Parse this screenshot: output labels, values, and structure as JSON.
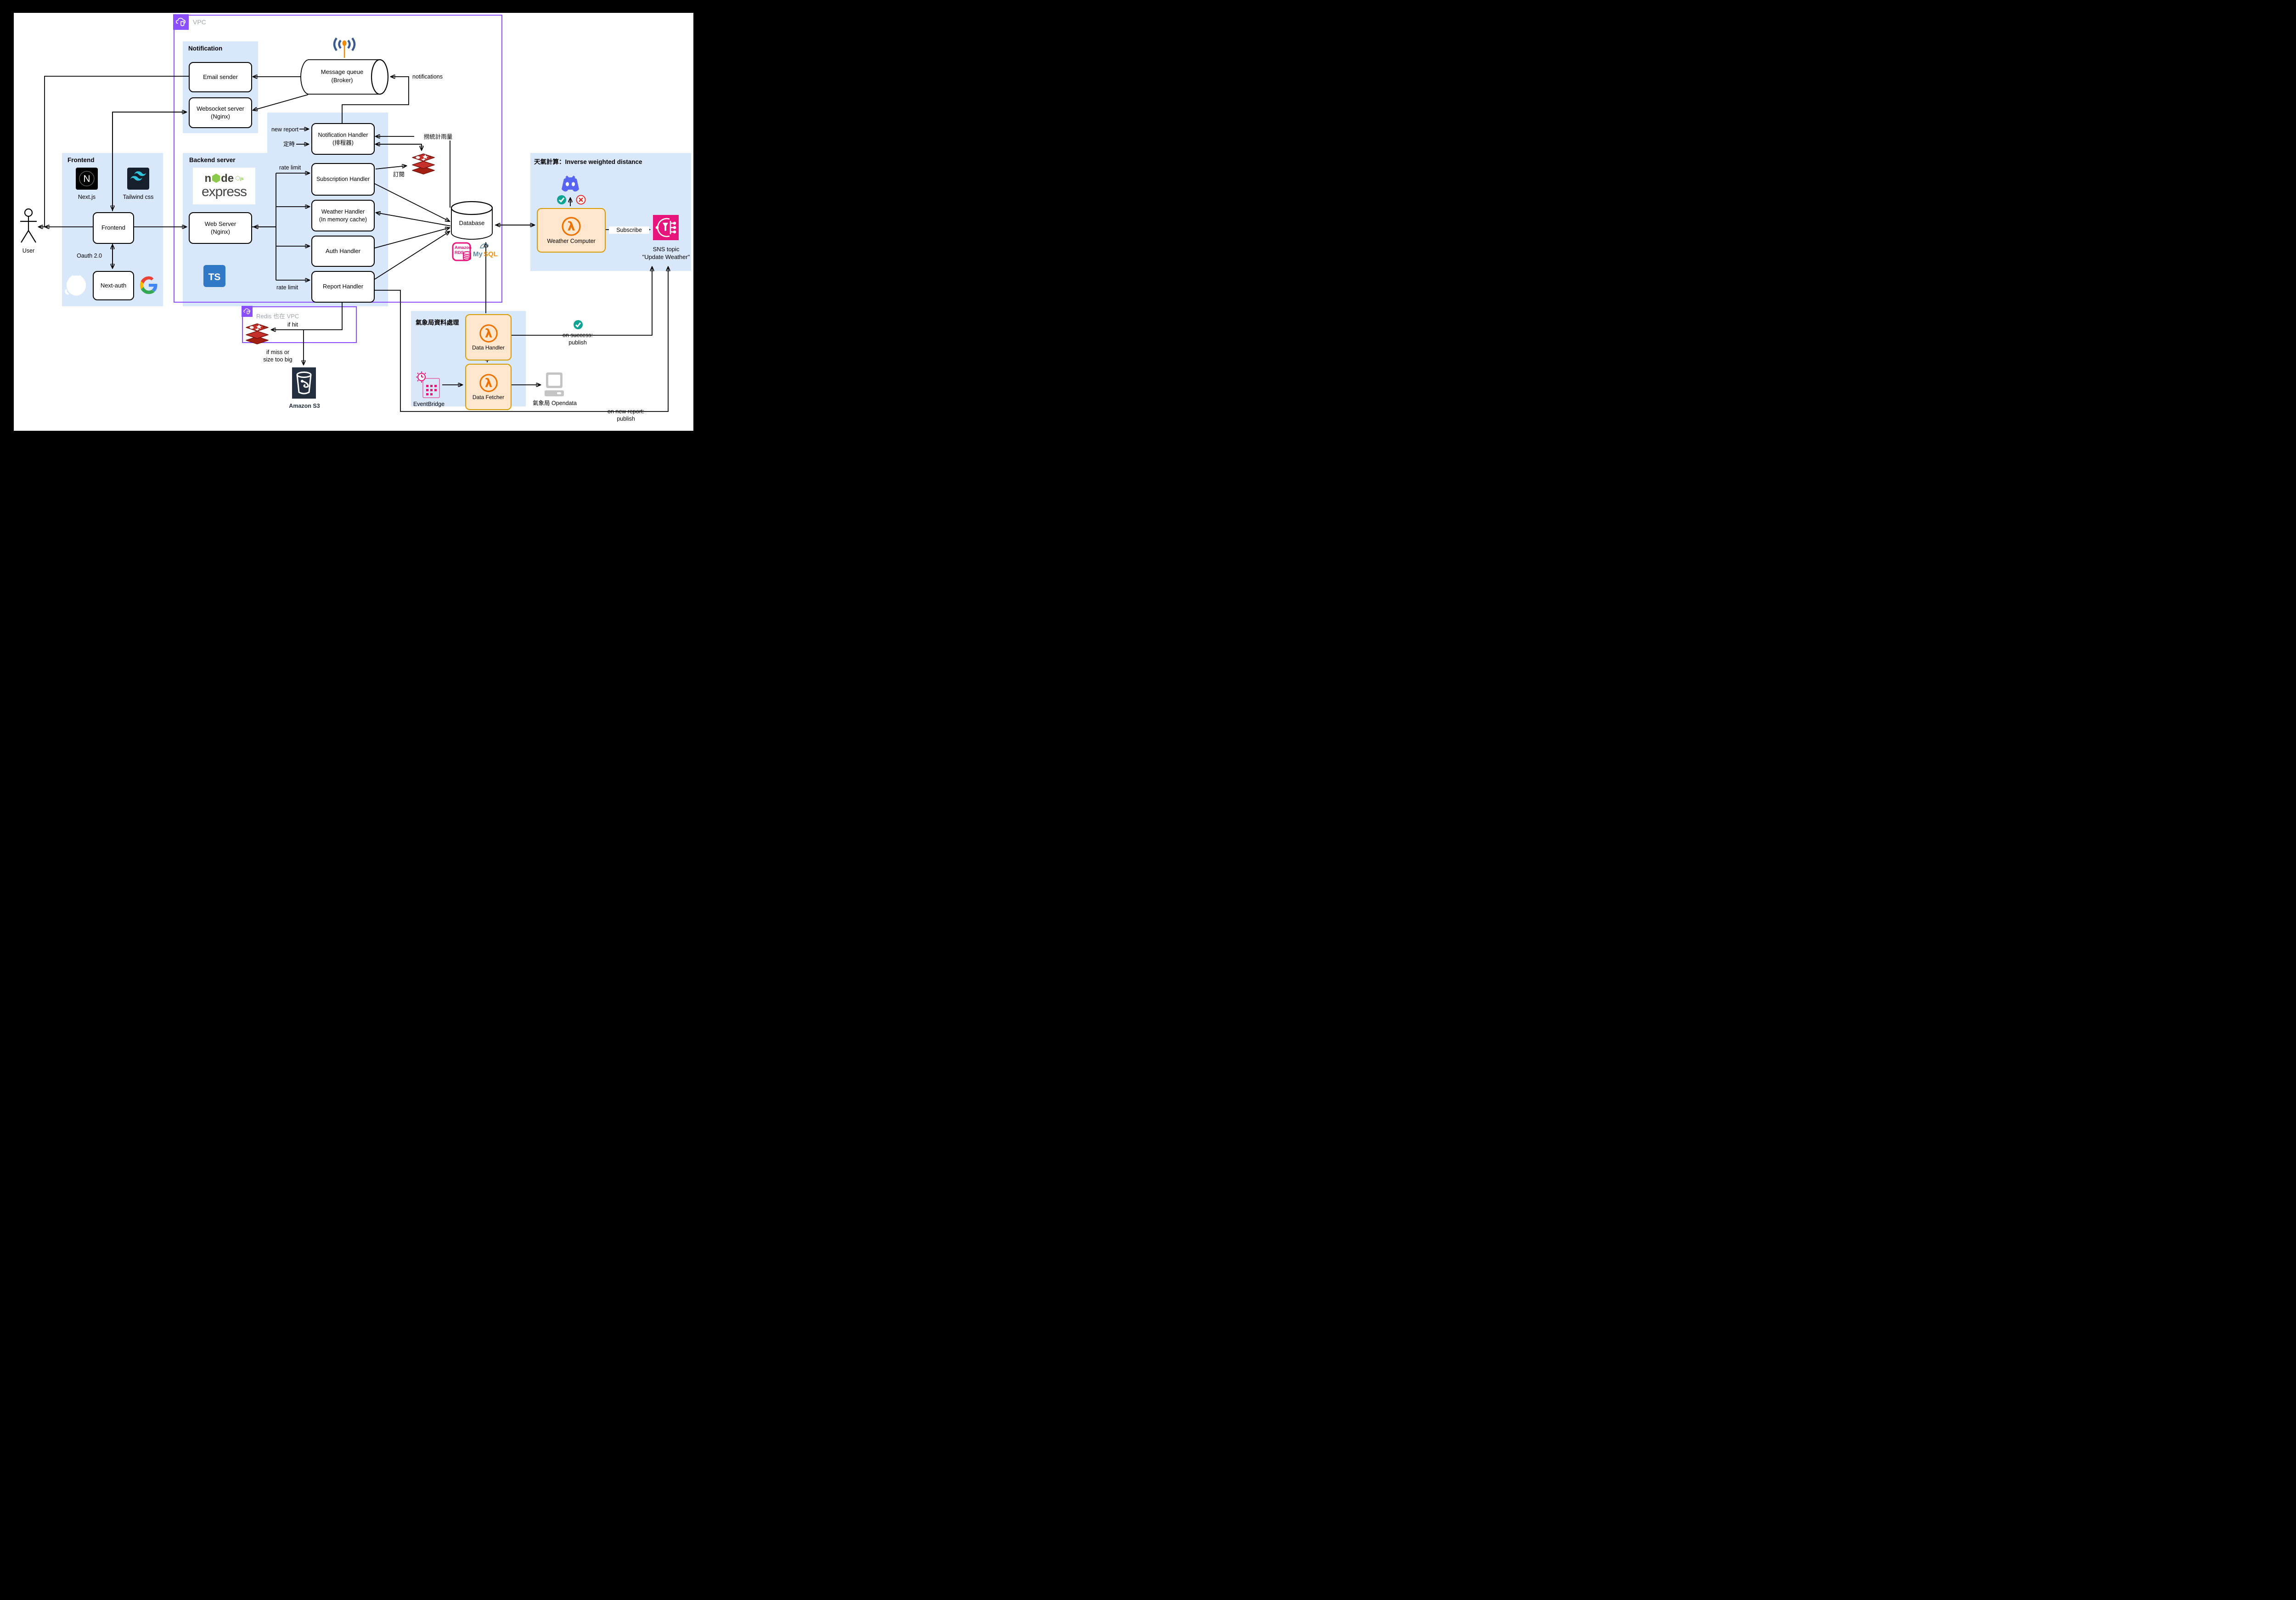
{
  "containers": {
    "vpc": {
      "label": "VPC"
    },
    "redis_vpc": {
      "label": "Redis 也在 VPC"
    }
  },
  "sections": {
    "notification": {
      "title": "Notification"
    },
    "frontend": {
      "title": "Frontend"
    },
    "backend": {
      "title": "Backend server"
    },
    "weather": {
      "title": "天氣計算：Inverse weighted distance"
    },
    "cwb": {
      "title": "氣象局資料處理"
    }
  },
  "nodes": {
    "user": {
      "label": "User"
    },
    "email_sender": {
      "label": "Email sender"
    },
    "websocket": {
      "l1": "Websocket server",
      "l2": "(Nginx)"
    },
    "message_queue": {
      "l1": "Message queue",
      "l2": "(Broker)"
    },
    "notification_handler": {
      "l1": "Notification Handler",
      "l2": "(排程器)"
    },
    "frontend_box": {
      "label": "Frontend"
    },
    "next_auth": {
      "label": "Next-auth"
    },
    "web_server": {
      "l1": "Web Server",
      "l2": "(Nginx)"
    },
    "subscription_handler": {
      "label": "Subscription Handler"
    },
    "weather_handler": {
      "l1": "Weather Handler",
      "l2": "(In memory cache)"
    },
    "auth_handler": {
      "label": "Auth Handler"
    },
    "report_handler": {
      "label": "Report Handler"
    },
    "database": {
      "label": "Database"
    },
    "weather_computer": {
      "label": "Weather Computer"
    },
    "sns_topic": {
      "l1": "SNS topic",
      "l2": "\"Update Weather\""
    },
    "data_handler": {
      "label": "Data Handler"
    },
    "data_fetcher": {
      "label": "Data Fetcher"
    },
    "eventbridge": {
      "label": "EventBridge"
    },
    "opendata": {
      "label": "氣象局 Opendata"
    },
    "s3": {
      "label": "Amazon S3"
    }
  },
  "edge_labels": {
    "notifications": "notifications",
    "new_report": "new report",
    "timer": "定時",
    "fetch_rain": "撈統計雨量",
    "subscribe_zh": "訂閱",
    "rate_limit_top": "rate limit",
    "rate_limit_bottom": "rate limit",
    "oauth": "Oauth 2.0",
    "if_hit": "if hit",
    "if_miss_l1": "if miss or",
    "if_miss_l2": "size too big",
    "subscribe": "Subscribe",
    "on_success_l1": "on success:",
    "on_success_l2": "publish",
    "on_new_report_l1": "on new report:",
    "on_new_report_l2": "publish"
  },
  "logos": {
    "nextjs": "Next.js",
    "nextjs_letter": "N",
    "tailwind": "Tailwind css",
    "node_part1": "n",
    "node_part2": "de",
    "node_js": "js",
    "express": "express",
    "ts": "TS",
    "mysql_my": "My",
    "mysql_sql": "SQL",
    "rds_l1": "Amazon",
    "rds_l2": "RDS"
  },
  "colors": {
    "section_bg": "#D9E7FB",
    "vpc_purple": "#8C4FFF",
    "container_label_gray": "#9DA5AE",
    "orange_fill": "#FFE6CC",
    "orange_border": "#D79B00",
    "lambda_orange": "#ED7100",
    "redis_red": "#C6302B",
    "aws_pink": "#E7157B",
    "s3_navy": "#232F3E",
    "ts_blue": "#3178C6",
    "tailwind_cyan": "#31C4DC",
    "discord_blurple": "#5865F2",
    "success_teal": "#0FA394",
    "error_red": "#E02B2B",
    "mysql_blue": "#5D87A1",
    "mysql_orange": "#F29111",
    "node_green": "#8CC84B",
    "antenna_blue": "#3B5A8F",
    "antenna_orange": "#F08705"
  }
}
